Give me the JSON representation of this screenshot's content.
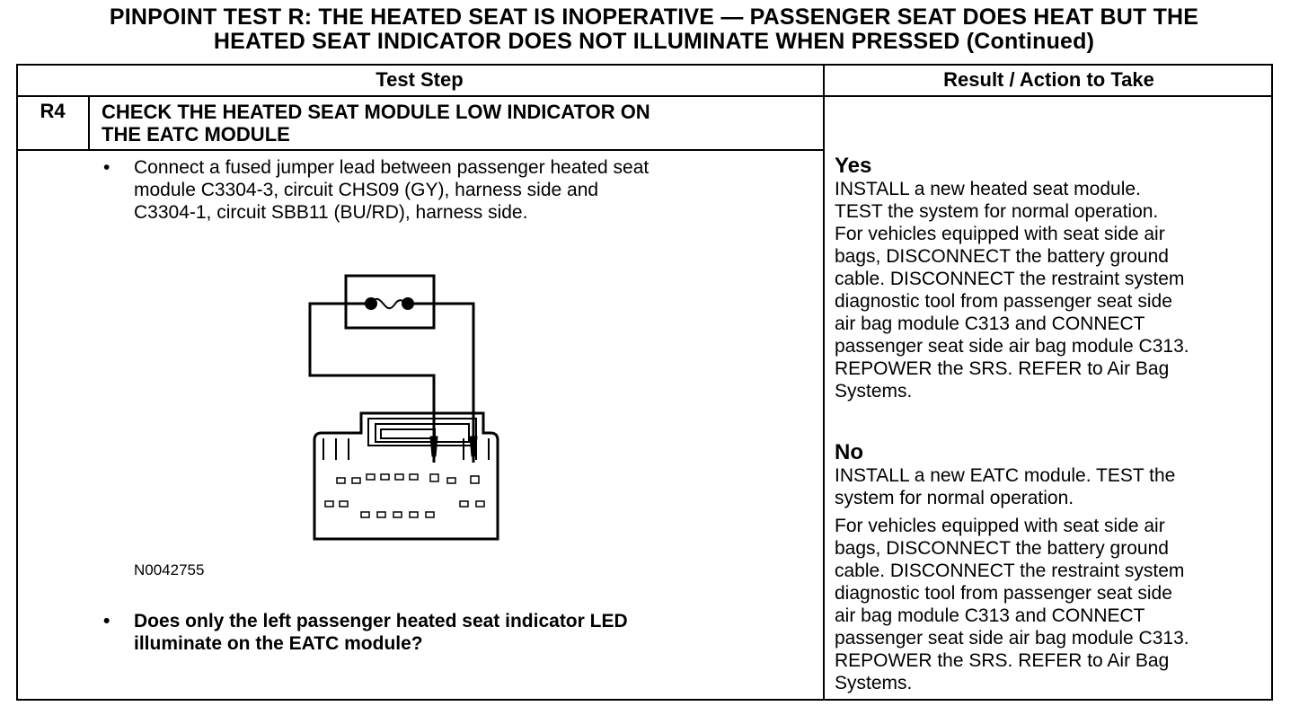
{
  "title": {
    "line1": "PINPOINT TEST R: THE HEATED SEAT IS INOPERATIVE — PASSENGER SEAT DOES HEAT BUT THE",
    "line2": "HEATED SEAT INDICATOR DOES NOT ILLUMINATE WHEN PRESSED (Continued)"
  },
  "table": {
    "headers": {
      "test_step": "Test Step",
      "result": "Result / Action to Take"
    },
    "step": {
      "number": "R4",
      "title_line1": "CHECK THE HEATED SEAT MODULE LOW INDICATOR ON",
      "title_line2": "THE EATC MODULE",
      "bullet_symbol": "•",
      "instruction_lines": [
        "Connect a fused jumper lead between passenger heated seat",
        "module C3304-3, circuit CHS09 (GY), harness side and",
        "C3304-1, circuit SBB11 (BU/RD), harness side."
      ],
      "figure_id": "N0042755",
      "question_lines": [
        "Does only the left passenger heated seat indicator LED",
        "illuminate on the EATC module?"
      ]
    },
    "results": {
      "yes": {
        "label": "Yes",
        "lines": [
          "INSTALL a new heated seat module.",
          "TEST the system for normal operation.",
          "For vehicles equipped with seat side air",
          "bags, DISCONNECT the battery ground",
          "cable. DISCONNECT the restraint system",
          "diagnostic tool from passenger seat side",
          "air bag module C313 and CONNECT",
          "passenger seat side air bag module C313.",
          "REPOWER the  SRS. REFER to Air Bag",
          "Systems."
        ]
      },
      "no": {
        "label": "No",
        "lines1": [
          "INSTALL a new EATC module. TEST the",
          "system for normal operation."
        ],
        "lines2": [
          "For vehicles equipped with seat side air",
          "bags, DISCONNECT the battery ground",
          "cable. DISCONNECT the restraint system",
          "diagnostic tool from passenger seat side",
          "air bag module C313 and CONNECT",
          "passenger seat side air bag module C313.",
          "REPOWER the  SRS. REFER to Air Bag",
          "Systems."
        ]
      }
    }
  }
}
